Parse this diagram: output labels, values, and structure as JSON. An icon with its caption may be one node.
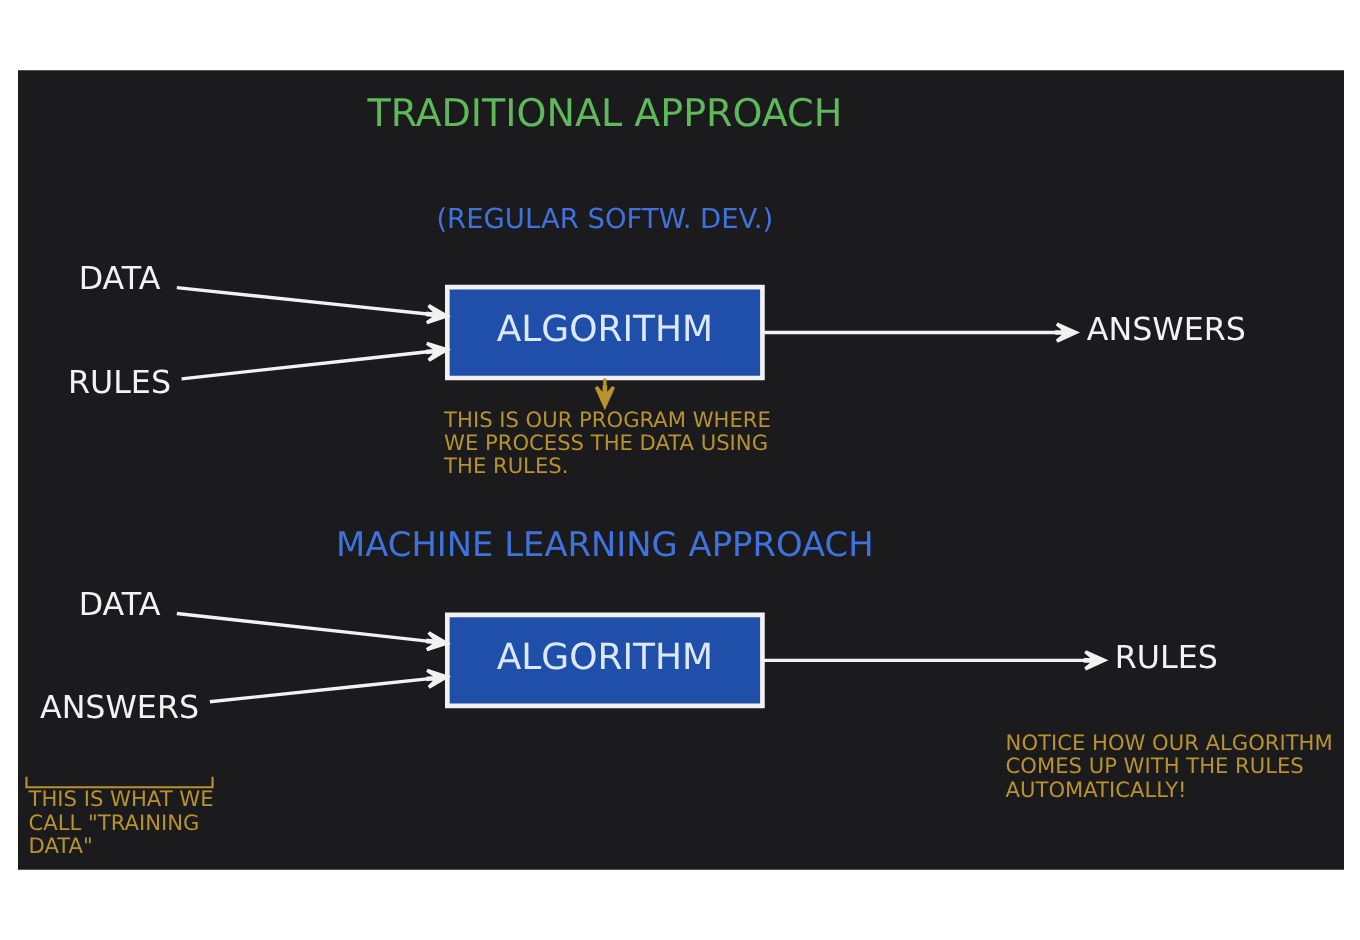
{
  "diagram": {
    "nodes": [
      {
        "text": [
          "DATA"
        ]
      },
      {
        "text": [
          "RULES"
        ]
      },
      {
        "text": [
          "ALGORITHM"
        ]
      },
      {
        "text": [
          "ANSWERS"
        ]
      },
      {
        "text": [
          "THIS IS OUR PROGRAM WHERE WE PROCESS THE DATA USING THE RULES."
        ]
      },
      {
        "text": [
          "DATA"
        ]
      },
      {
        "text": [
          "ANSWERS"
        ]
      },
      {
        "text": [
          "ALGORITHM"
        ]
      },
      {
        "text": [
          "RULES"
        ]
      }
    ],
    "edges": [
      {
        "from": 0,
        "to": 2,
        "arrow": "to"
      },
      {
        "from": 1,
        "to": 2,
        "arrow": "to"
      },
      {
        "from": 2,
        "to": 3,
        "arrow": "to"
      },
      {
        "from": 2,
        "to": 4,
        "arrow": "to",
        "color": "#b8922f"
      },
      {
        "from": 5,
        "to": 7,
        "arrow": "to"
      },
      {
        "from": 6,
        "to": 7,
        "arrow": "to"
      },
      {
        "from": 7,
        "to": 8,
        "arrow": "to"
      }
    ],
    "labels": [
      "TRADITIONAL APPROACH",
      "(REGULAR SOFTW. DEV.)",
      "MACHINE LEARNING APPROACH",
      "NOTICE HOW OUR ALGORITHM COMES UP WITH THE RULES AUTOMATICALLY!",
      "THIS IS WHAT WE CALL \"TRAINING DATA\""
    ]
  }
}
